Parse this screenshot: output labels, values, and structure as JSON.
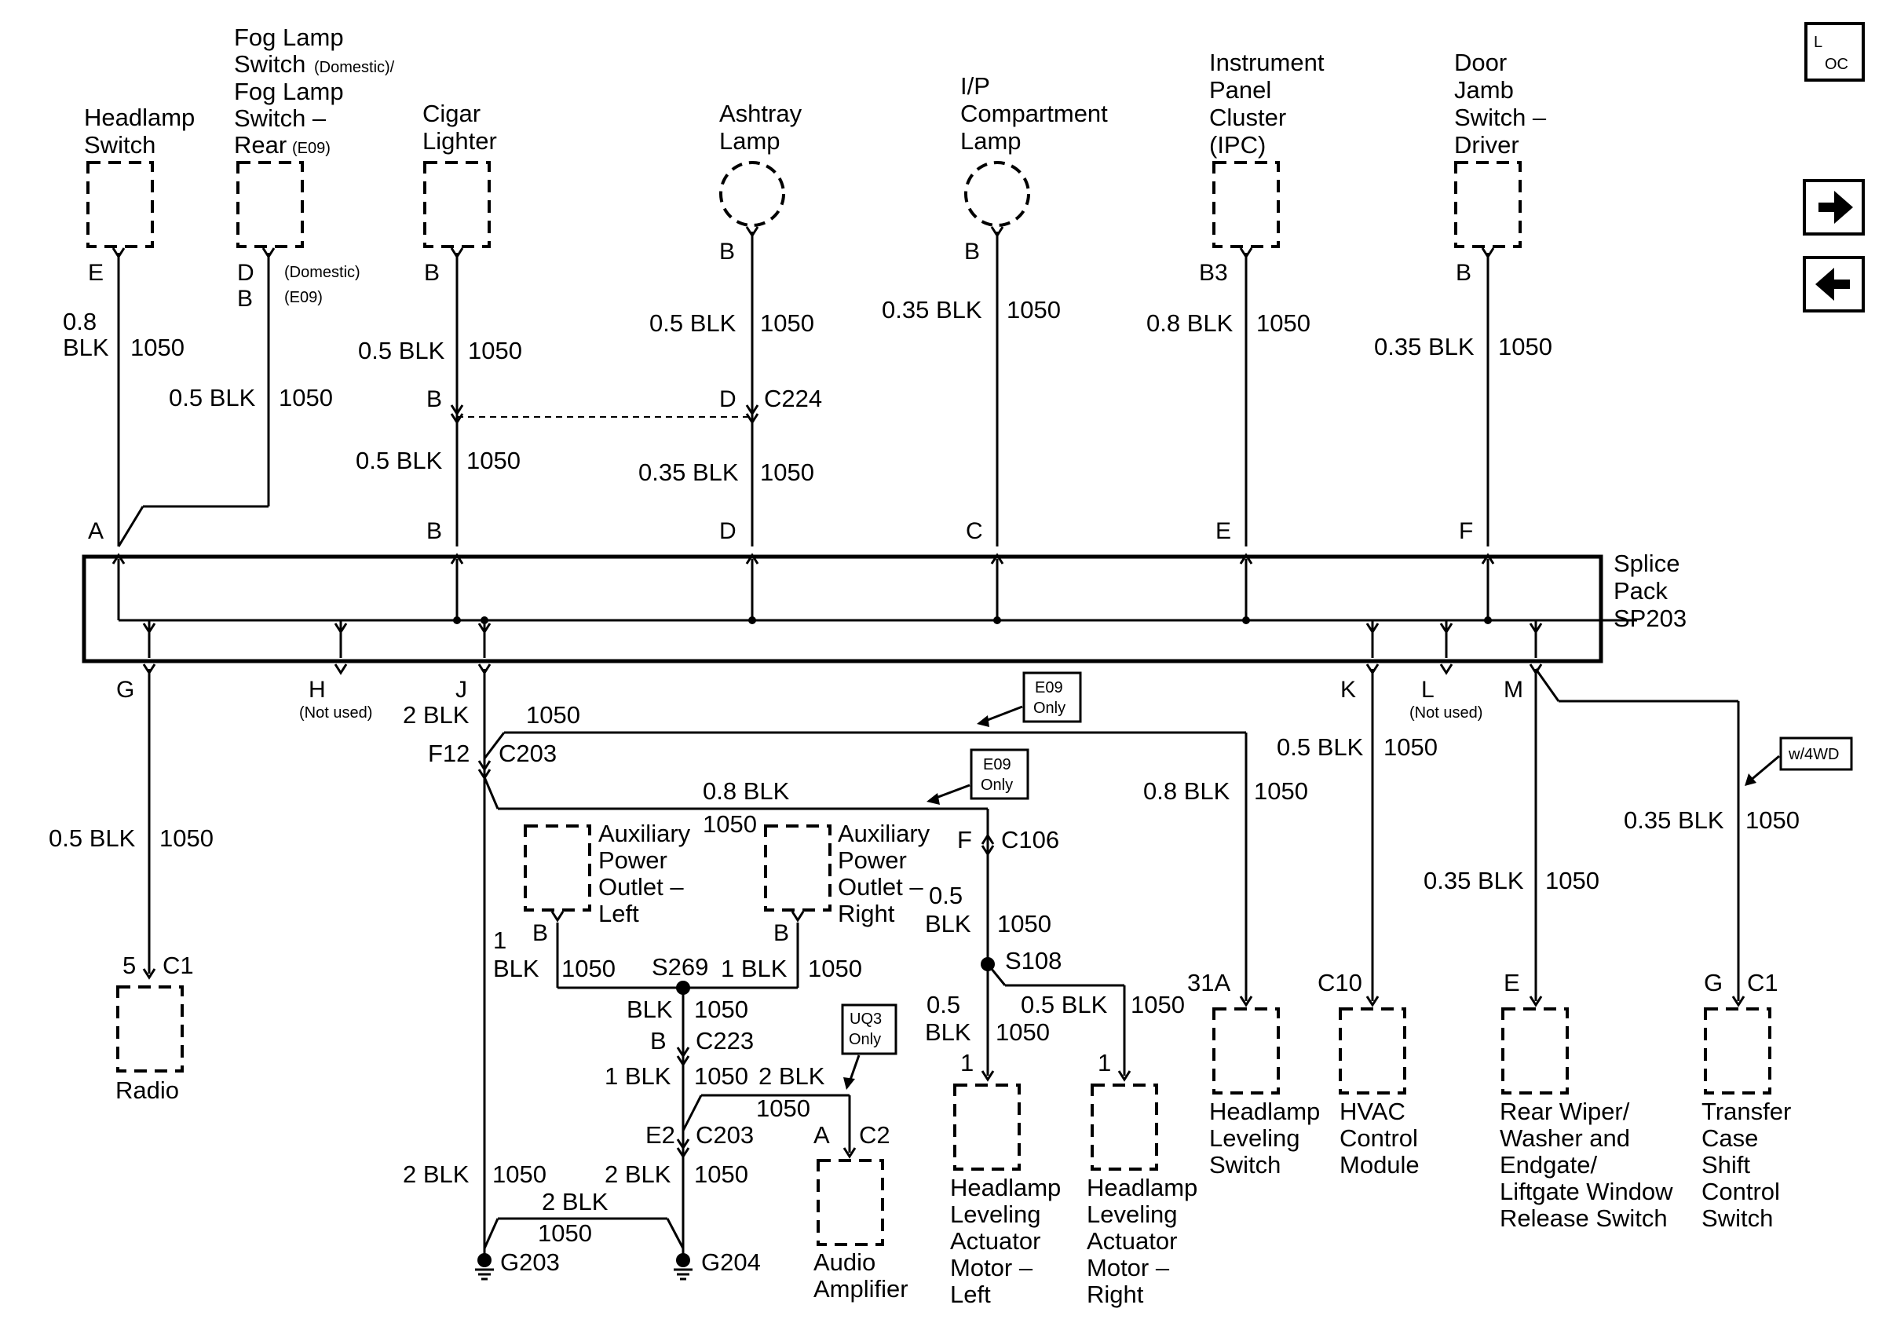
{
  "nav": {
    "loc_top": "L",
    "loc_bottom": "OC",
    "next_icon": "arrow-right",
    "prev_icon": "arrow-left"
  },
  "splice_pack": {
    "line1": "Splice",
    "line2": "Pack",
    "line3": "SP203"
  },
  "top_components": {
    "headlamp_switch": {
      "line1": "Headlamp",
      "line2": "Switch",
      "pin": "E",
      "wire_size": "0.8",
      "wire_color": "BLK",
      "circuit": "1050"
    },
    "fog_lamp_switch": {
      "line1": "Fog Lamp",
      "line2a": "Switch",
      "line2b": "(Domestic)/",
      "line3": "Fog Lamp",
      "line4": "Switch –",
      "line5a": "Rear",
      "line5b": "(E09)",
      "pin1": "D",
      "pin1_note": "(Domestic)",
      "pin2": "B",
      "pin2_note": "(E09)",
      "wire": "0.5 BLK",
      "circuit": "1050"
    },
    "cigar_lighter": {
      "line1": "Cigar",
      "line2": "Lighter",
      "pin": "B",
      "wire": "0.5 BLK",
      "circuit": "1050",
      "inline_pin": "B",
      "wire2": "0.5 BLK",
      "circuit2": "1050"
    },
    "ashtray_lamp": {
      "line1": "Ashtray",
      "line2": "Lamp",
      "pin": "B",
      "wire": "0.5 BLK",
      "circuit": "1050",
      "inline_pin": "D",
      "connector": "C224",
      "wire2": "0.35 BLK",
      "circuit2": "1050"
    },
    "ip_compartment_lamp": {
      "line1": "I/P",
      "line2": "Compartment",
      "line3": "Lamp",
      "pin": "B",
      "wire": "0.35 BLK",
      "circuit": "1050"
    },
    "ipc": {
      "line1": "Instrument",
      "line2": "Panel",
      "line3": "Cluster",
      "line4": "(IPC)",
      "pin": "B3",
      "wire": "0.8 BLK",
      "circuit": "1050"
    },
    "door_jamb_switch": {
      "line1": "Door",
      "line2": "Jamb",
      "line3": "Switch –",
      "line4": "Driver",
      "pin": "B",
      "wire": "0.35 BLK",
      "circuit": "1050"
    }
  },
  "splice_top_pins": [
    "A",
    "B",
    "D",
    "C",
    "E",
    "F"
  ],
  "splice_bottom_pins": {
    "g": "G",
    "h": "H",
    "h_note": "(Not used)",
    "j": "J",
    "k": "K",
    "l": "L",
    "l_note": "(Not used)",
    "m": "M"
  },
  "radio_branch": {
    "wire": "0.5 BLK",
    "circuit": "1050",
    "pin": "5",
    "connector": "C1",
    "label": "Radio"
  },
  "ground_branch": {
    "j_wire": "2 BLK",
    "j_circuit": "1050",
    "c203_pin": "F12",
    "c203": "C203",
    "top_wire": "0.8 BLK",
    "top_circuit": "1050",
    "e09_tag_line1": "E09",
    "e09_tag_line2": "Only",
    "e09_tag2_line1": "E09",
    "e09_tag2_line2": "Only",
    "apo_left": {
      "line1": "Auxiliary",
      "line2": "Power",
      "line3": "Outlet –",
      "line4": "Left",
      "pin": "B"
    },
    "apo_right": {
      "line1": "Auxiliary",
      "line2": "Power",
      "line3": "Outlet –",
      "line4": "Right",
      "pin": "B"
    },
    "left_wire_size": "1",
    "left_wire_color": "BLK",
    "apo_left_circuit": "1050",
    "s269": "S269",
    "apo_right_wire": "1 BLK",
    "apo_right_circuit": "1050",
    "s269_down_wire": "BLK",
    "s269_down_circuit": "1050",
    "c223_pin": "B",
    "c223": "C223",
    "c223_wire": "1 BLK",
    "c223_circuit": "1050",
    "amp_wire": "2 BLK",
    "amp_circuit": "1050",
    "uq3_line1": "UQ3",
    "uq3_line2": "Only",
    "c203b_pin": "E2",
    "c203b": "C203",
    "g203_wire": "2 BLK",
    "g203_circuit": "1050",
    "g204_wire": "2 BLK",
    "g204_circuit": "1050",
    "link_wire": "2 BLK",
    "link_circuit": "1050",
    "g203": "G203",
    "g204": "G204",
    "amp": {
      "pin": "A",
      "connector": "C2",
      "line1": "Audio",
      "line2": "Amplifier"
    }
  },
  "leveling_branch": {
    "c106_pin": "F",
    "c106": "C106",
    "wire_size": "0.5",
    "wire_color": "BLK",
    "circuit": "1050",
    "s108": "S108",
    "left_wire_size": "0.5",
    "left_wire_color": "BLK",
    "left_circuit": "1050",
    "right_wire": "0.5 BLK",
    "right_circuit": "1050",
    "left_pin": "1",
    "right_pin": "1",
    "motor_left": {
      "line1": "Headlamp",
      "line2": "Leveling",
      "line3": "Actuator",
      "line4": "Motor –",
      "line5": "Left"
    },
    "motor_right": {
      "line1": "Headlamp",
      "line2": "Leveling",
      "line3": "Actuator",
      "line4": "Motor –",
      "line5": "Right"
    },
    "hls_wire": "0.8 BLK",
    "hls_circuit": "1050",
    "hls_pin": "31A",
    "hls": {
      "line1": "Headlamp",
      "line2": "Leveling",
      "line3": "Switch"
    }
  },
  "right_branches": {
    "hvac_wire": "0.5 BLK",
    "hvac_circuit": "1050",
    "hvac_pin": "C10",
    "hvac": {
      "line1": "HVAC",
      "line2": "Control",
      "line3": "Module"
    },
    "wiper_wire": "0.35 BLK",
    "wiper_circuit": "1050",
    "wiper_pin": "E",
    "wiper": {
      "line1": "Rear Wiper/",
      "line2": "Washer and",
      "line3": "Endgate/",
      "line4": "Liftgate Window",
      "line5": "Release Switch"
    },
    "w4wd": "w/4WD",
    "tc_wire": "0.35 BLK",
    "tc_circuit": "1050",
    "tc_pin": "G",
    "tc_connector": "C1",
    "tc": {
      "line1": "Transfer",
      "line2": "Case",
      "line3": "Shift",
      "line4": "Control",
      "line5": "Switch"
    }
  }
}
